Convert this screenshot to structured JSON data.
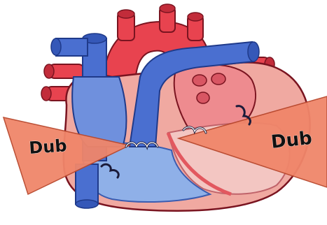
{
  "labels": {
    "left_sound": "Dub",
    "right_sound": "Dub"
  },
  "colors": {
    "artery_red": "#e8434f",
    "vein_blue": "#4a6fd0",
    "ventricle_blue": "#8fb0e8",
    "wall_pink": "#f0a9a1",
    "chamber_pink": "#f3c6c2",
    "sound_cone": "#f0866a",
    "outline": "#7a1420"
  },
  "icons": {
    "valves": "valve-closed-shape"
  }
}
